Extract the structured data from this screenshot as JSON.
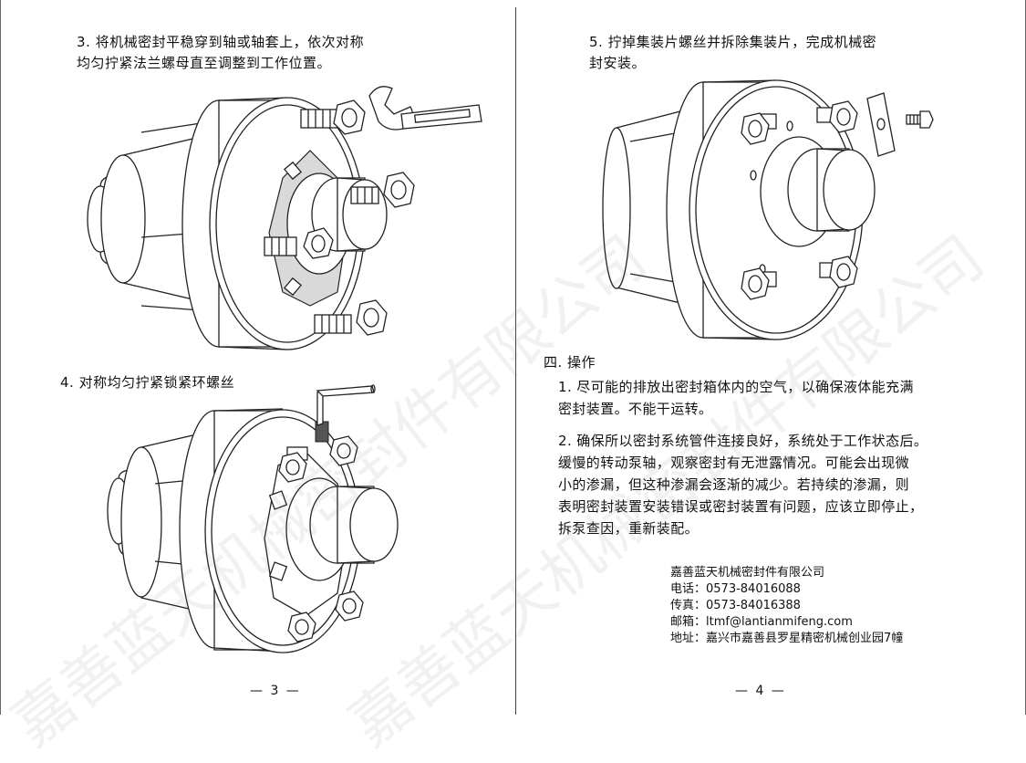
{
  "left_page": {
    "step3": {
      "line1": "3. 将机械密封平稳穿到轴或轴套上，依次对称",
      "line2": "均匀拧紧法兰螺母直至调整到工作位置。"
    },
    "step4": "4. 对称均匀拧紧锁紧环螺丝",
    "page_number": "— 3 —"
  },
  "right_page": {
    "step5": {
      "line1": "5. 拧掉集装片螺丝并拆除集装片，完成机械密",
      "line2": "封安装。"
    },
    "section_title": "四. 操作",
    "op1": {
      "line1": "1. 尽可能的排放出密封箱体内的空气，以确保液体能充满",
      "line2": "密封装置。不能干运转。"
    },
    "op2": {
      "line1": "2. 确保所以密封系统管件连接良好，系统处于工作状态后。",
      "line2": "缓慢的转动泵轴，观察密封有无泄露情况。可能会出现微",
      "line3": "小的渗漏，但这种渗漏会逐渐的减少。若持续的渗漏，则",
      "line4": "表明密封装置安装错误或密封装置有问题，应该立即停止，",
      "line5": "拆泵查因，重新装配。"
    },
    "contact": {
      "company": "嘉善蓝天机械密封件有限公司",
      "phone": "电话：0573-84016088",
      "fax": "传真：0573-84016388",
      "email": "邮箱：ltmf@lantianmifeng.com",
      "address": "地址：嘉兴市嘉善县罗星精密机械创业园7幢"
    },
    "page_number": "— 4 —"
  },
  "watermark": "嘉善蓝天机械密封件有限公司"
}
